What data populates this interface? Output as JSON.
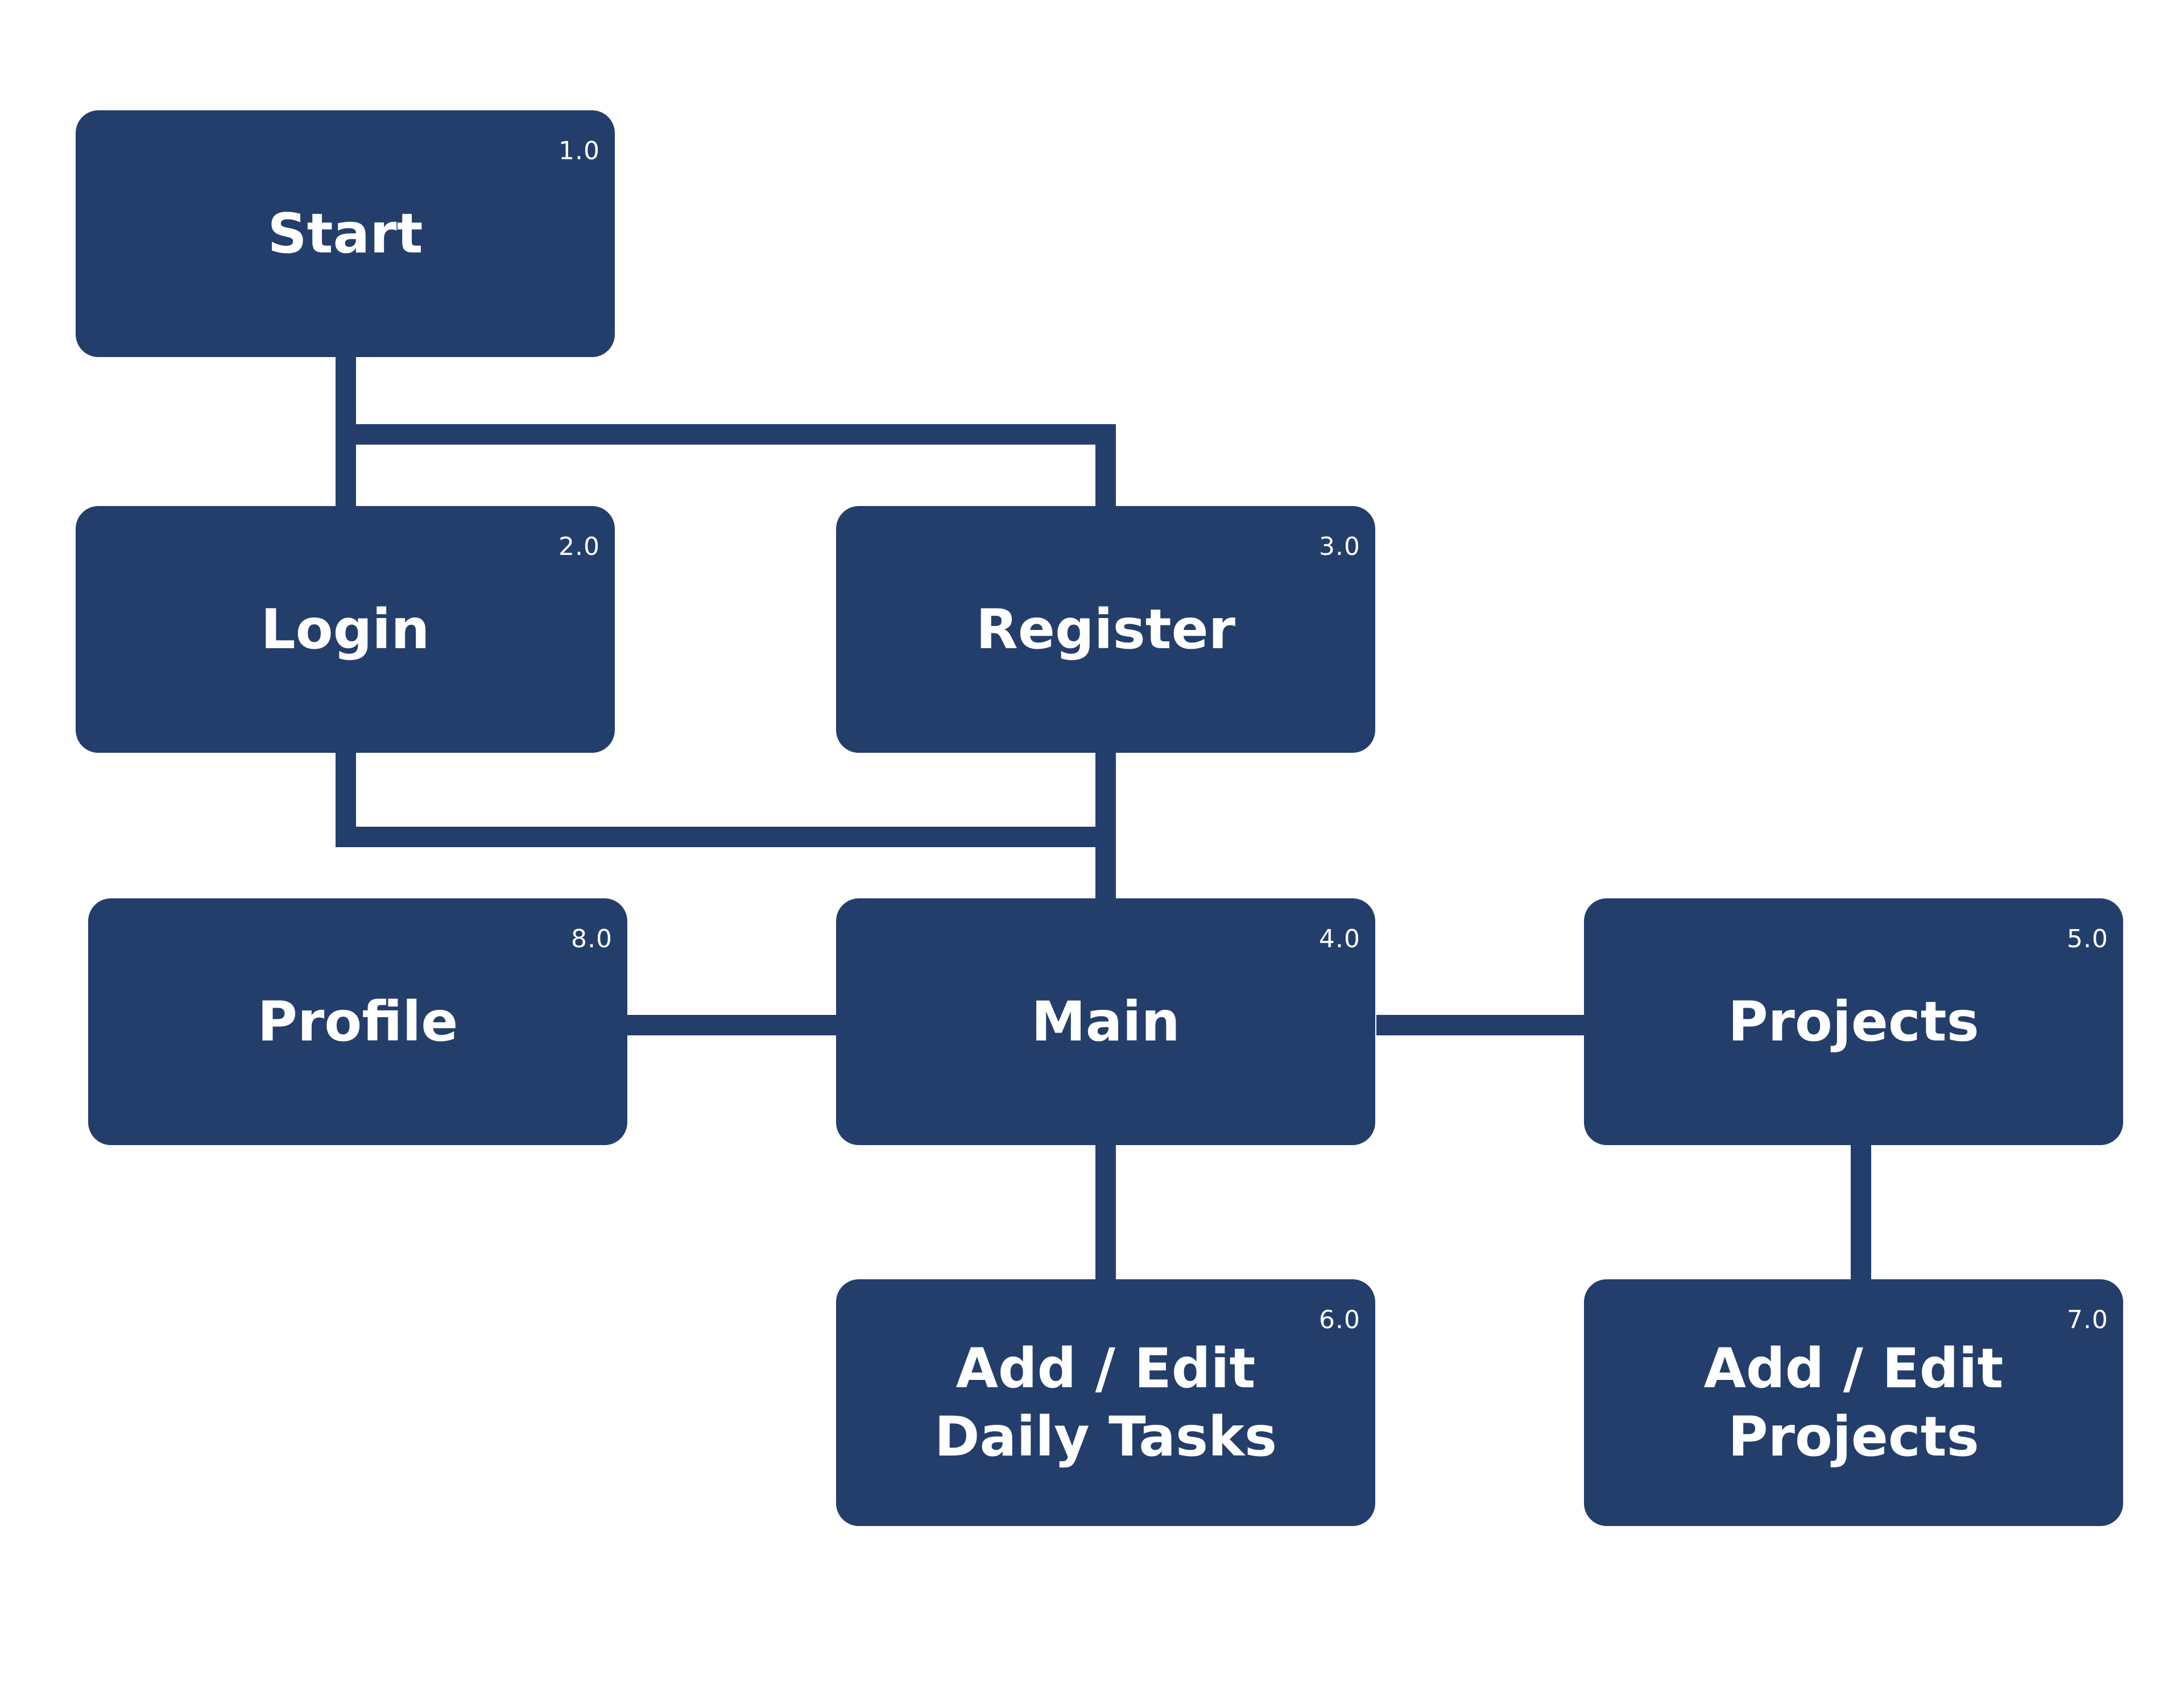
{
  "colors": {
    "node": "#243e6c",
    "text": "#ffffff",
    "background": "#ffffff"
  },
  "nodes": {
    "start": {
      "number": "1.0",
      "label": "Start"
    },
    "login": {
      "number": "2.0",
      "label": "Login"
    },
    "register": {
      "number": "3.0",
      "label": "Register"
    },
    "main": {
      "number": "4.0",
      "label": "Main"
    },
    "projects": {
      "number": "5.0",
      "label": "Projects"
    },
    "add_edit_daily_tasks": {
      "number": "6.0",
      "label": "Add / Edit\nDaily Tasks"
    },
    "add_edit_projects": {
      "number": "7.0",
      "label": "Add / Edit\nProjects"
    },
    "profile": {
      "number": "8.0",
      "label": "Profile"
    }
  }
}
